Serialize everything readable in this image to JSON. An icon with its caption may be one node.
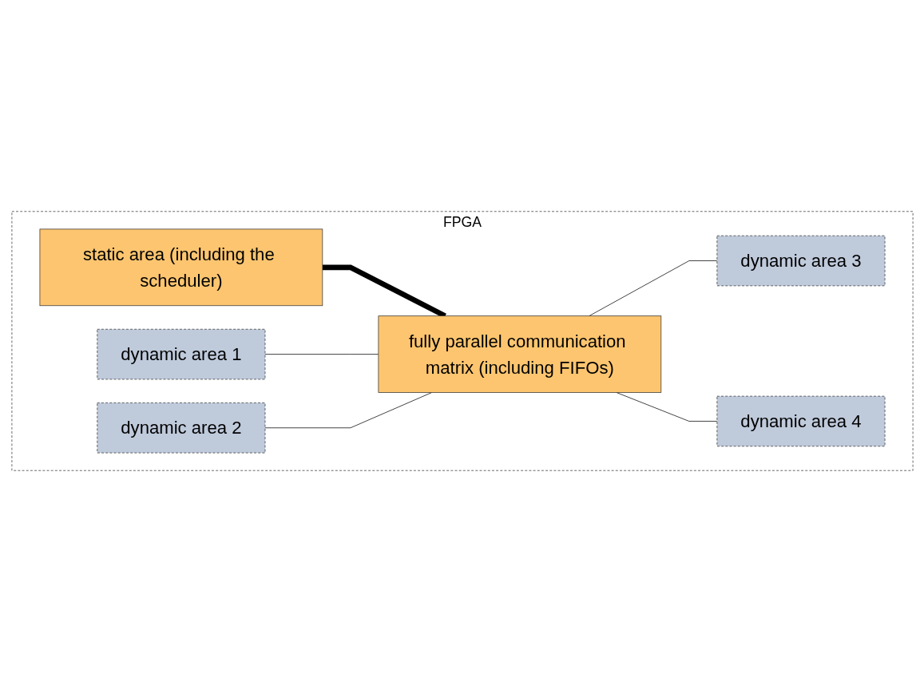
{
  "diagram": {
    "nodes": [
      {
        "text": [
          "FPGA"
        ]
      },
      {
        "text": [
          "static area (including the scheduler)"
        ],
        "in": 0
      },
      {
        "text": [
          "dynamic area 1"
        ],
        "in": 0
      },
      {
        "text": [
          "dynamic area 2"
        ],
        "in": 0
      },
      {
        "text": [
          "fully parallel communication matrix (including FIFOs)"
        ],
        "in": 0
      },
      {
        "text": [
          "dynamic area 3"
        ],
        "in": 0
      },
      {
        "text": [
          "dynamic area 4"
        ],
        "in": 0
      }
    ],
    "edges": [
      {
        "from": 1,
        "to": 4,
        "arrow": "none",
        "style": "thick"
      },
      {
        "from": 2,
        "to": 4,
        "arrow": "none"
      },
      {
        "from": 3,
        "to": 4,
        "arrow": "none"
      },
      {
        "from": 4,
        "to": 5,
        "arrow": "none"
      },
      {
        "from": 4,
        "to": 6,
        "arrow": "none"
      }
    ]
  }
}
